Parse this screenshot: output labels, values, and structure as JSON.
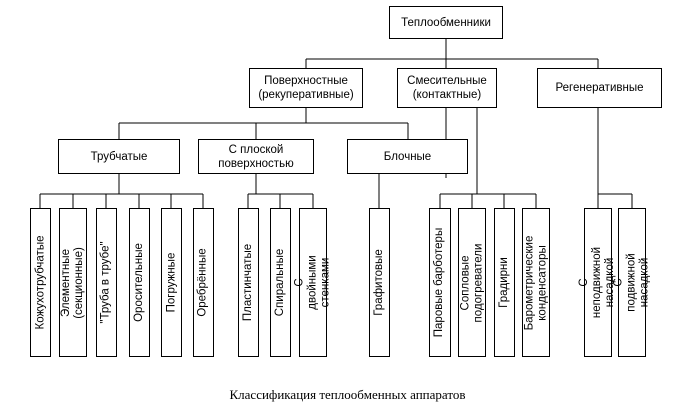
{
  "diagram": {
    "root": "Теплообменники",
    "level1": {
      "surface": "Поверхностные\n(рекуперативные)",
      "mixing": "Смесительные\n(контактные)",
      "regen": "Регенеративные"
    },
    "level2": {
      "tubular": "Трубчатые",
      "flat": "С плоской\nповерхностью",
      "block": "Блочные"
    },
    "leaves": {
      "shell_tube": "Кожухотрубчатые",
      "element": "Элементные\n(секционные)",
      "tube_in_tube": "\"Труба в трубе\"",
      "irrigation": "Оросительные",
      "submersible": "Погружные",
      "finned": "Оребрённые",
      "plate": "Пластинчатые",
      "spiral": "Спиральные",
      "double_wall": "С двойными\nстенками",
      "graphite": "Графитовые",
      "bubblers": "Паровые барботеры",
      "nozzle_heaters": "Сопловые\nподогреватели",
      "cooling_towers": "Градирни",
      "barometric": "Барометрические\nконденсаторы",
      "fixed_packing": "С неподвижной\nнасадкой",
      "moving_packing": "С подвижной\nнасадкой"
    }
  },
  "caption": "Классификация теплообменных аппаратов"
}
